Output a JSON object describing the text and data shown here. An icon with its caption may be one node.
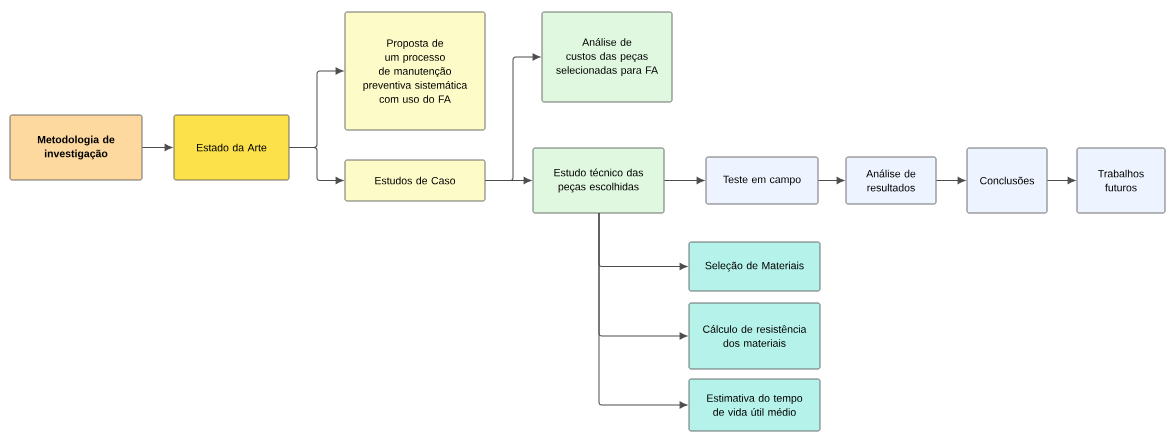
{
  "diagram": {
    "nodes": [
      {
        "text": [
          "Metodologia de investigação"
        ]
      },
      {
        "text": [
          "Estado da Arte"
        ]
      },
      {
        "text": [
          "Proposta de um processo de manutenção preventiva sistemática com uso do FA"
        ]
      },
      {
        "text": [
          "Estudos de Caso"
        ]
      },
      {
        "text": [
          "Análise de custos das peças selecionadas para FA"
        ]
      },
      {
        "text": [
          "Estudo técnico das peças escolhidas"
        ]
      },
      {
        "text": [
          "Teste em campo"
        ]
      },
      {
        "text": [
          "Análise de resultados"
        ]
      },
      {
        "text": [
          "Conclusões"
        ]
      },
      {
        "text": [
          "Trabalhos futuros"
        ]
      },
      {
        "text": [
          "Seleção de Materiais"
        ]
      },
      {
        "text": [
          "Cálculo de resistência dos materiais"
        ]
      },
      {
        "text": [
          "Estimativa do tempo de vida útil médio"
        ]
      }
    ],
    "edges": [
      {
        "from": 0,
        "to": 1,
        "arrow": "to"
      },
      {
        "from": 1,
        "to": 2,
        "arrow": "to"
      },
      {
        "from": 1,
        "to": 3,
        "arrow": "to"
      },
      {
        "from": 3,
        "to": 4,
        "arrow": "to"
      },
      {
        "from": 3,
        "to": 5,
        "arrow": "to"
      },
      {
        "from": 5,
        "to": 6,
        "arrow": "to"
      },
      {
        "from": 6,
        "to": 7,
        "arrow": "to"
      },
      {
        "from": 7,
        "to": 8,
        "arrow": "to"
      },
      {
        "from": 8,
        "to": 9,
        "arrow": "to"
      },
      {
        "from": 5,
        "to": 10,
        "arrow": "to"
      },
      {
        "from": 5,
        "to": 11,
        "arrow": "to"
      },
      {
        "from": 5,
        "to": 12,
        "arrow": "to"
      }
    ]
  }
}
